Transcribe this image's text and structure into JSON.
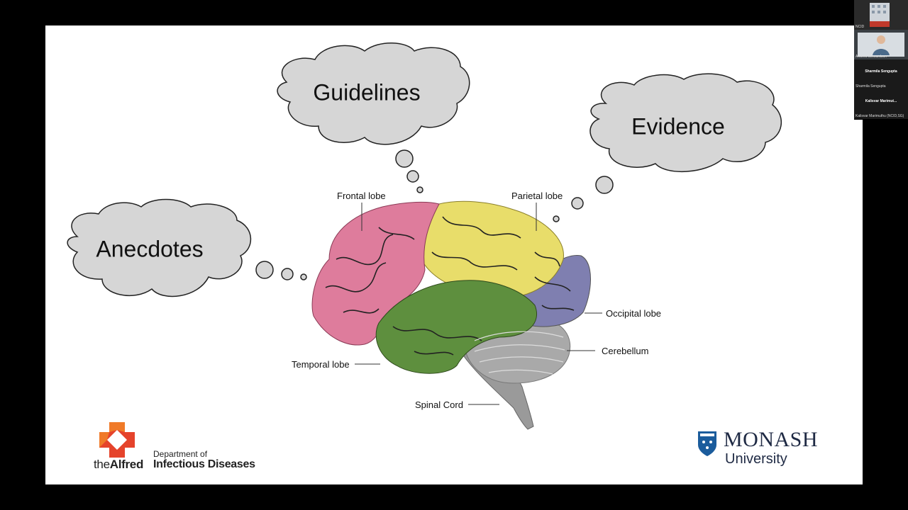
{
  "slide": {
    "clouds": {
      "guidelines": "Guidelines",
      "evidence": "Evidence",
      "anecdotes": "Anecdotes"
    },
    "labels": {
      "frontal": "Frontal lobe",
      "parietal": "Parietal lobe",
      "occipital": "Occipital lobe",
      "cerebellum": "Cerebellum",
      "temporal": "Temporal lobe",
      "spinal": "Spinal Cord"
    },
    "logos": {
      "alfred_the": "the",
      "alfred_name": "Alfred",
      "dept_line1": "Department of",
      "dept_line2": "Infectious Diseases",
      "monash_line1": "MONASH",
      "monash_line2": "University"
    },
    "colors": {
      "frontal": "#de7c9c",
      "parietal": "#e8dd6a",
      "occipital": "#7f7fb0",
      "temporal": "#5e8f3e",
      "cerebellum": "#a9a9a9",
      "cloud": "#d6d6d6"
    }
  },
  "video_panel": {
    "tiles": [
      {
        "name": "NCID"
      },
      {
        "name": "Andrea Stewardson"
      },
      {
        "center": "Sharmila Sengupta",
        "name": "Sharmila Sengupta"
      },
      {
        "center": "Kalisvar Marimut...",
        "name": "Kalisvar Marimuthu (NCID,SG)"
      }
    ]
  }
}
